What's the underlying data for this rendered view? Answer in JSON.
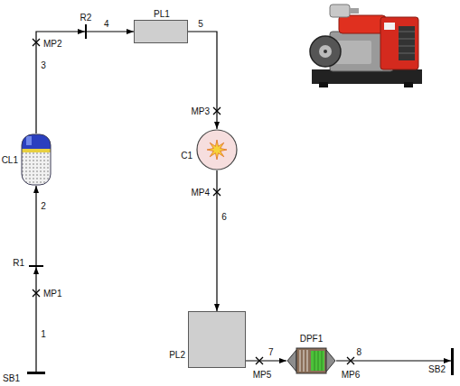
{
  "diagram": {
    "nodes": [
      {
        "text": [
          "SB1"
        ]
      },
      {
        "text": [
          "R1"
        ]
      },
      {
        "text": [
          "CL1"
        ]
      },
      {
        "text": [
          "R2"
        ]
      },
      {
        "text": [
          "PL1"
        ]
      },
      {
        "text": [
          "C1"
        ]
      },
      {
        "text": [
          "PL2"
        ]
      },
      {
        "text": [
          "DPF1"
        ]
      },
      {
        "text": [
          "SB2"
        ]
      }
    ],
    "edges": [
      {
        "from": 0,
        "to": 1,
        "arrow": "to",
        "label": "1"
      },
      {
        "from": 1,
        "to": 2,
        "arrow": "to",
        "label": "2"
      },
      {
        "from": 2,
        "to": 3,
        "arrow": "to",
        "label": "3"
      },
      {
        "from": 3,
        "to": 4,
        "arrow": "to",
        "label": "4"
      },
      {
        "from": 4,
        "to": 5,
        "arrow": "to",
        "label": "5"
      },
      {
        "from": 5,
        "to": 6,
        "arrow": "to",
        "label": "6"
      },
      {
        "from": 6,
        "to": 7,
        "arrow": "to",
        "label": "7"
      },
      {
        "from": 7,
        "to": 8,
        "arrow": "to",
        "label": "8"
      }
    ],
    "labels": [
      "MP1",
      "MP2",
      "MP3",
      "MP4",
      "MP5",
      "MP6"
    ]
  }
}
